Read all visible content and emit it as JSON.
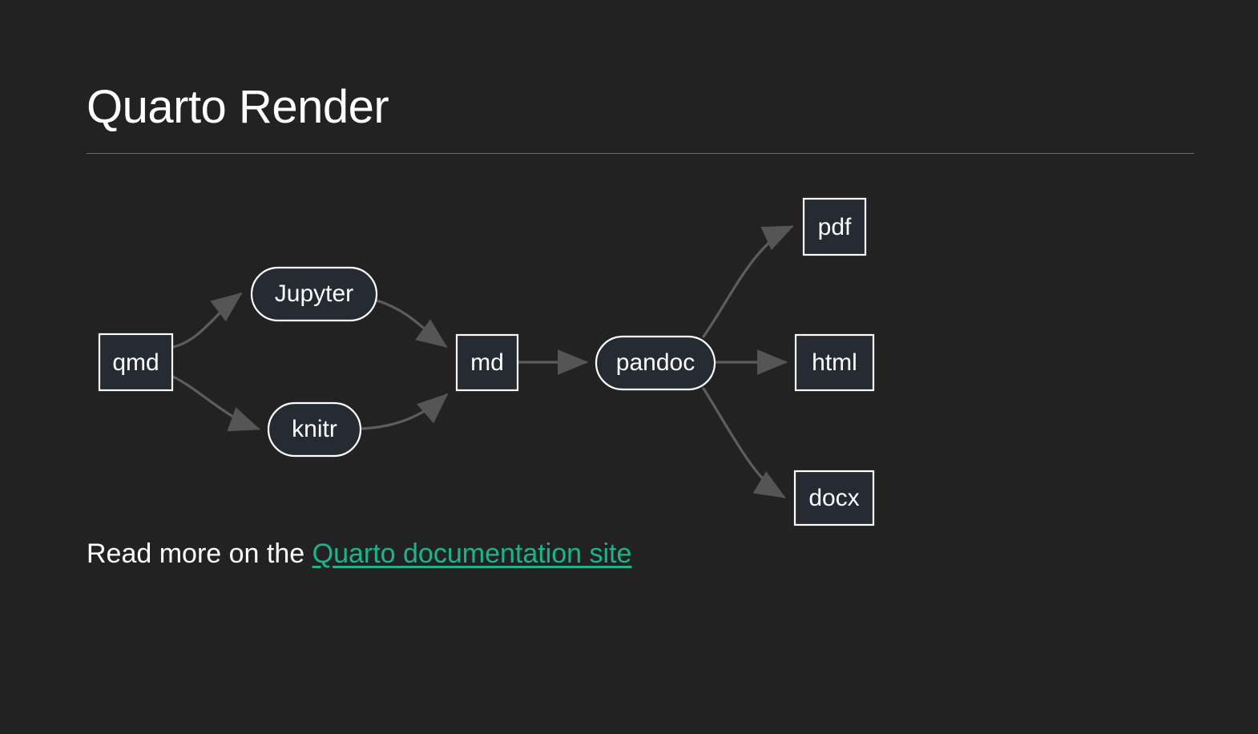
{
  "slide": {
    "title": "Quarto Render",
    "body_prefix": "Read more on the ",
    "link_text": "Quarto documentation site"
  },
  "theme": {
    "background": "#222222",
    "text": "#fffffd",
    "link": "#1bb58c",
    "rule": "#6b6b6b",
    "node_fill": "#252a33",
    "node_stroke": "#ffffff",
    "edge": "#5d5d5d"
  },
  "diagram": {
    "type": "flowchart",
    "direction": "left-to-right",
    "nodes": [
      {
        "id": "qmd",
        "label": "qmd",
        "shape": "rectangle"
      },
      {
        "id": "jupyter",
        "label": "Jupyter",
        "shape": "stadium"
      },
      {
        "id": "knitr",
        "label": "knitr",
        "shape": "stadium"
      },
      {
        "id": "md",
        "label": "md",
        "shape": "rectangle"
      },
      {
        "id": "pandoc",
        "label": "pandoc",
        "shape": "stadium"
      },
      {
        "id": "pdf",
        "label": "pdf",
        "shape": "rectangle"
      },
      {
        "id": "html",
        "label": "html",
        "shape": "rectangle"
      },
      {
        "id": "docx",
        "label": "docx",
        "shape": "rectangle"
      }
    ],
    "edges": [
      {
        "from": "qmd",
        "to": "jupyter"
      },
      {
        "from": "qmd",
        "to": "knitr"
      },
      {
        "from": "jupyter",
        "to": "md"
      },
      {
        "from": "knitr",
        "to": "md"
      },
      {
        "from": "md",
        "to": "pandoc"
      },
      {
        "from": "pandoc",
        "to": "pdf"
      },
      {
        "from": "pandoc",
        "to": "html"
      },
      {
        "from": "pandoc",
        "to": "docx"
      }
    ]
  }
}
